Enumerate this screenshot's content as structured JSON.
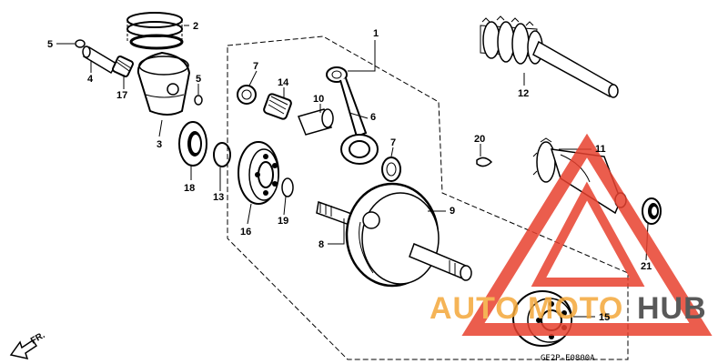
{
  "callouts": [
    {
      "id": "1",
      "label": "1"
    },
    {
      "id": "2",
      "label": "2"
    },
    {
      "id": "3",
      "label": "3"
    },
    {
      "id": "4",
      "label": "4"
    },
    {
      "id": "5a",
      "label": "5"
    },
    {
      "id": "5b",
      "label": "5"
    },
    {
      "id": "6",
      "label": "6"
    },
    {
      "id": "7a",
      "label": "7"
    },
    {
      "id": "7b",
      "label": "7"
    },
    {
      "id": "8",
      "label": "8"
    },
    {
      "id": "9",
      "label": "9"
    },
    {
      "id": "10",
      "label": "10"
    },
    {
      "id": "11",
      "label": "11"
    },
    {
      "id": "12",
      "label": "12"
    },
    {
      "id": "13",
      "label": "13"
    },
    {
      "id": "14",
      "label": "14"
    },
    {
      "id": "15",
      "label": "15"
    },
    {
      "id": "16",
      "label": "16"
    },
    {
      "id": "17",
      "label": "17"
    },
    {
      "id": "18",
      "label": "18"
    },
    {
      "id": "19",
      "label": "19"
    },
    {
      "id": "20",
      "label": "20"
    },
    {
      "id": "21",
      "label": "21"
    }
  ],
  "diagram_code": "GE2P-E0800A",
  "direction_label": "FR.",
  "watermark": {
    "part1": "AUTO",
    "part2": "MOTO",
    "part3": "HUB",
    "color_orange": "#f4a83a",
    "color_dark": "#3d3d3d",
    "color_red": "#e8412f"
  }
}
